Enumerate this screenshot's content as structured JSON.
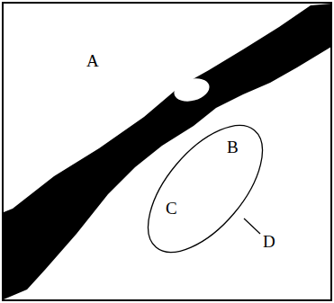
{
  "diagram": {
    "nodes": [
      {
        "text": [
          "B",
          "C"
        ]
      }
    ],
    "labels": [
      "A",
      "D"
    ]
  }
}
